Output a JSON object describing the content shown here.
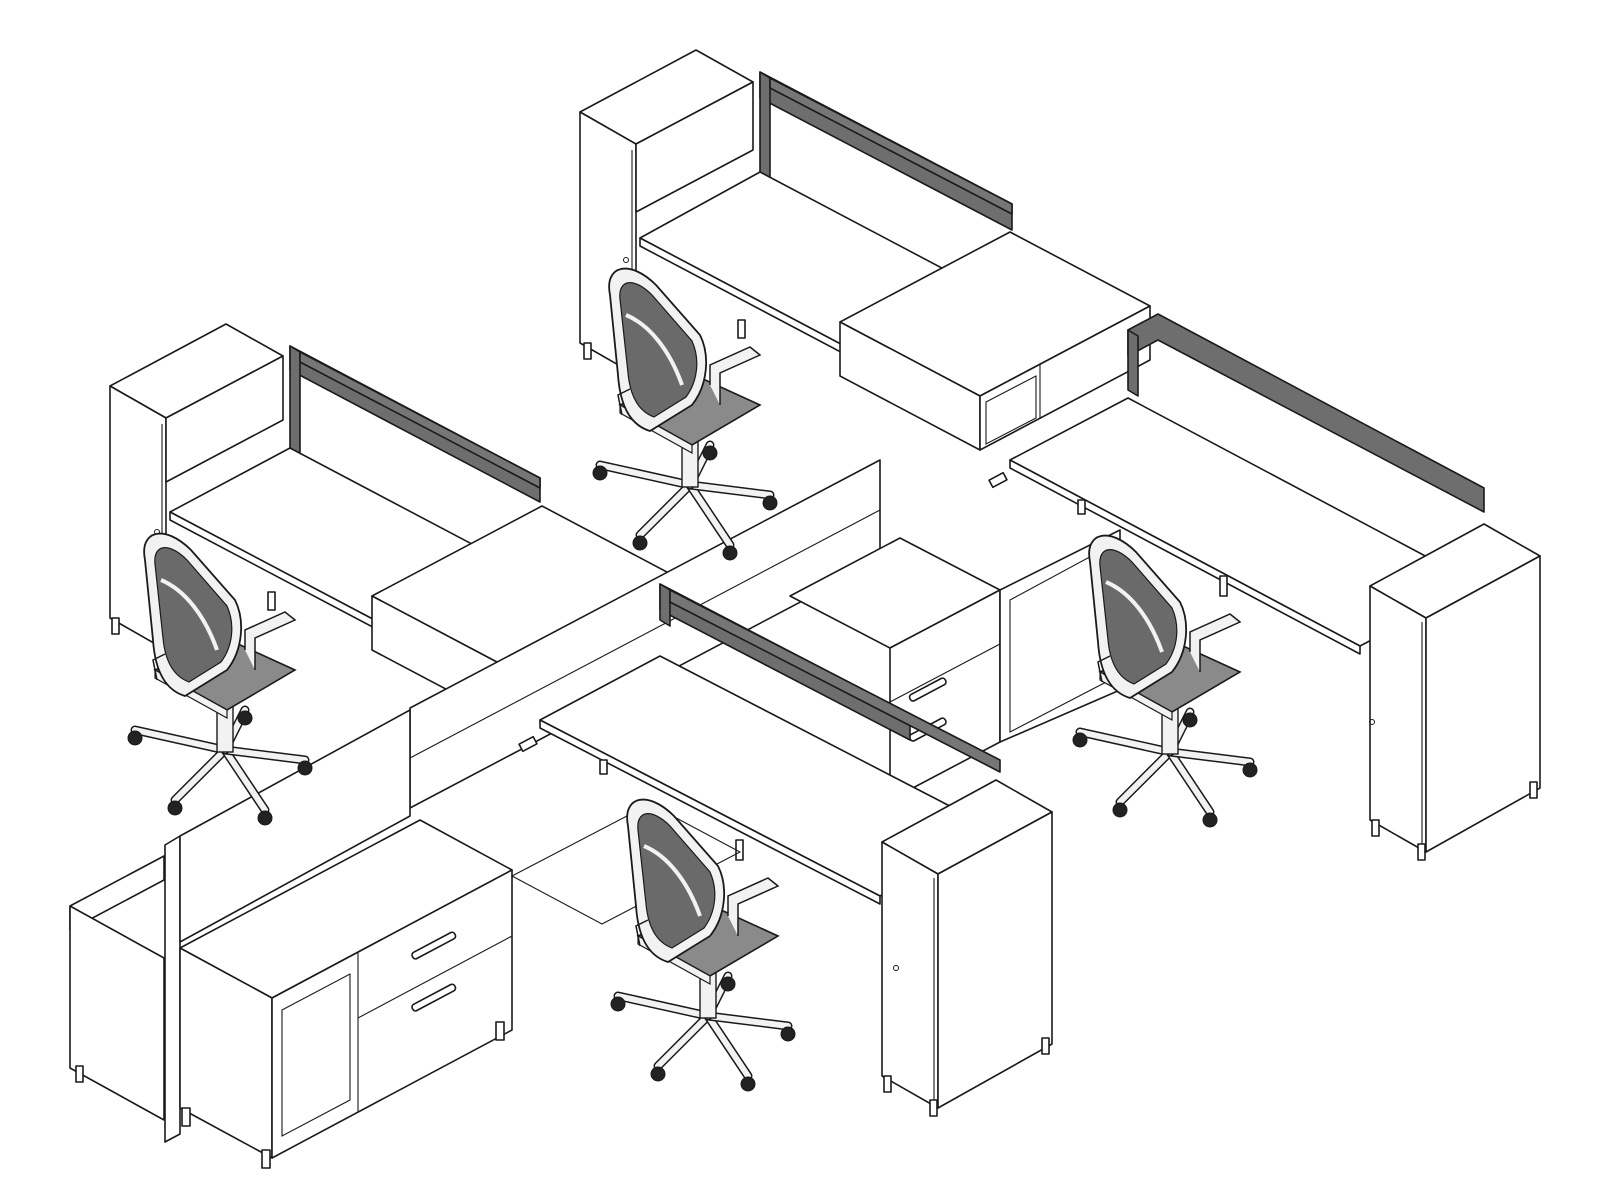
{
  "colors": {
    "background": "#ffffff",
    "outline": "#1a1a1a",
    "furniture_face": "#ffffff",
    "screen_panel": "#6e6e6e",
    "screen_edge": "#555555",
    "chair_mesh": "#8a8a8a",
    "chair_mesh_dark": "#6a6a6a",
    "chair_frame": "#f2f2f2",
    "caster": "#222222"
  },
  "scene": {
    "workstations": [
      {
        "name": "back-workstation"
      },
      {
        "name": "left-workstation"
      },
      {
        "name": "right-workstation"
      },
      {
        "name": "front-workstation"
      }
    ],
    "chairs": [
      {
        "name": "task-chair-back"
      },
      {
        "name": "task-chair-left"
      },
      {
        "name": "task-chair-right"
      },
      {
        "name": "task-chair-front"
      }
    ]
  }
}
